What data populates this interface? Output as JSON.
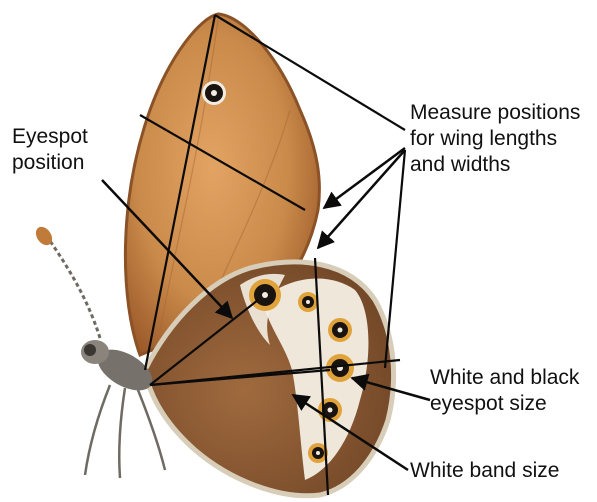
{
  "labels": {
    "eyespot_position": "Eyespot\nposition",
    "measure_positions": "Measure positions\nfor wing lengths\nand widths",
    "white_black_eyespot": "White and black\neyespot size",
    "white_band": "White band size"
  },
  "colors": {
    "forewing": "#c98a4a",
    "forewing_edge": "#9c5a2a",
    "hindwing": "#8a5a34",
    "white_band": "#f4efe4",
    "eyespot_ring": "#e0a23a",
    "eyespot_core": "#1a1410",
    "body": "#6e6a66",
    "lines": "#0b0b0b"
  }
}
